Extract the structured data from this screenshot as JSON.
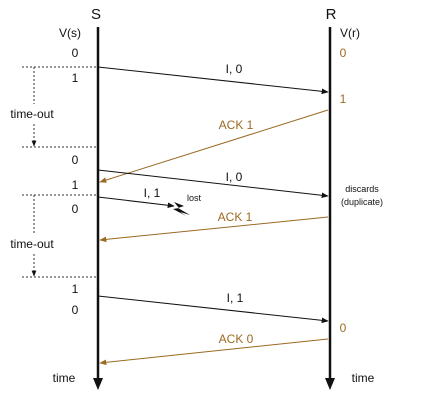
{
  "colors": {
    "ink": "#111111",
    "ack": "#9a6a22"
  },
  "sender": {
    "name": "S",
    "var": "V(s)",
    "bottom_label": "time"
  },
  "receiver": {
    "name": "R",
    "var": "V(r)",
    "bottom_label": "time"
  },
  "sender_values": [
    "0",
    "1",
    "0",
    "1",
    "0",
    "1",
    "0"
  ],
  "receiver_values": [
    "0",
    "1",
    "0"
  ],
  "timeouts": [
    "time-out",
    "time-out"
  ],
  "messages": [
    {
      "label": "I, 0"
    },
    {
      "label": "ACK 1"
    },
    {
      "label": "I, 0"
    },
    {
      "label": "I, 1"
    },
    {
      "label": "ACK 1"
    },
    {
      "label": "I, 1"
    },
    {
      "label": "ACK 0"
    }
  ],
  "lost_label": "lost",
  "discards_line1": "discards",
  "discards_line2": "(duplicate)"
}
